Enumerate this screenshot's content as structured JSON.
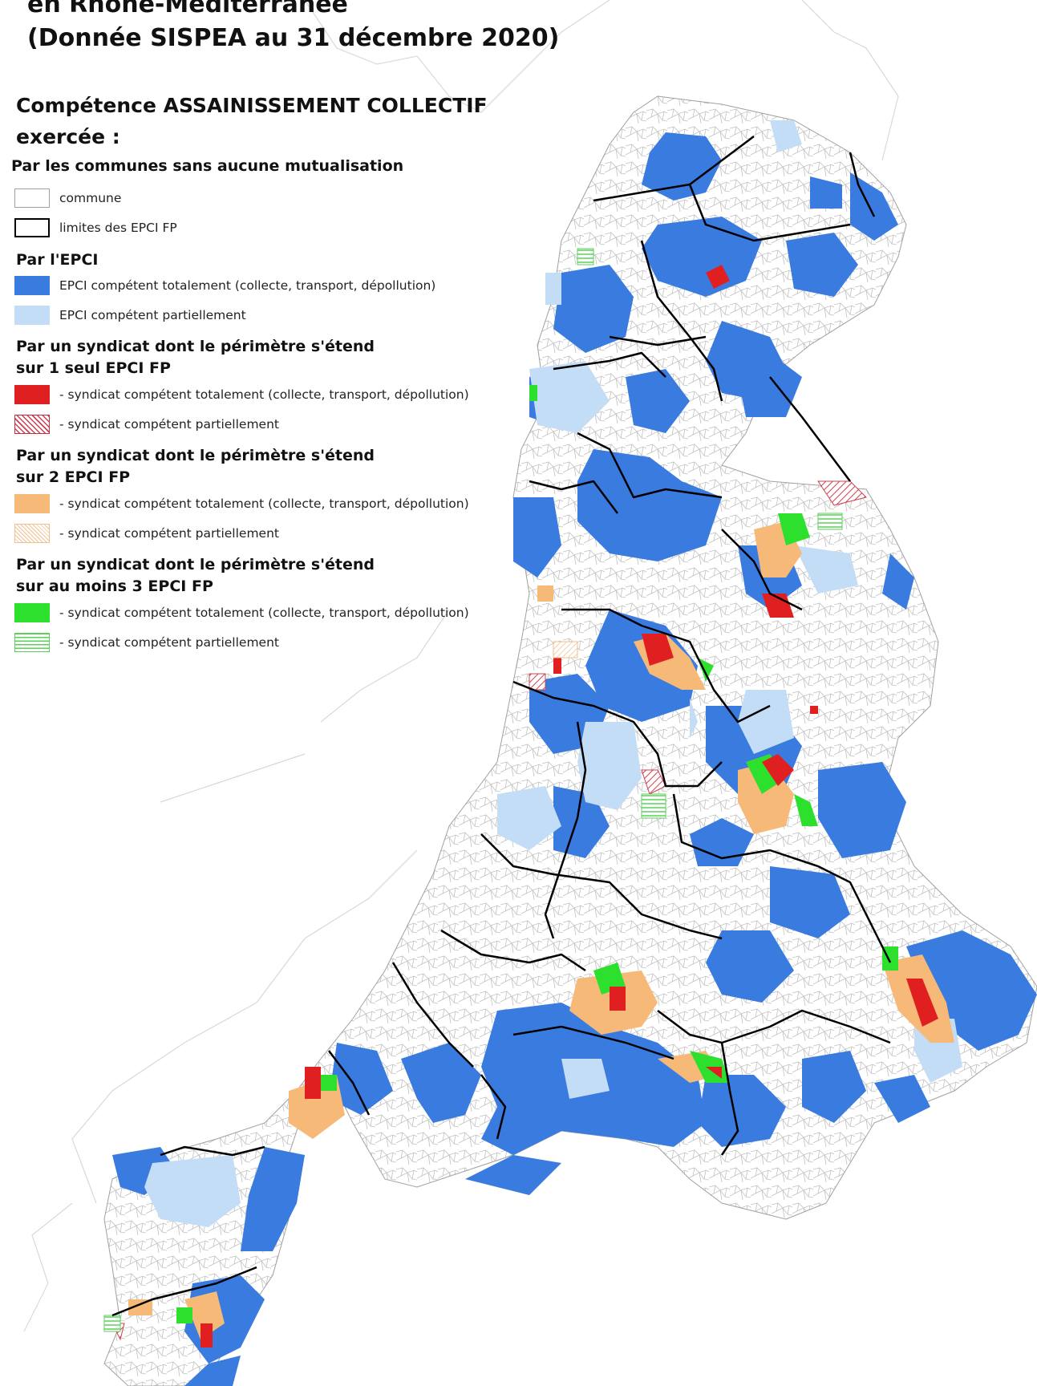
{
  "title": {
    "line1": "en Rhône-Méditerranée",
    "line2": "(Donnée SISPEA au 31 décembre 2020)"
  },
  "legend": {
    "heading": "Compétence ASSAINISSEMENT COLLECTIF",
    "heading2": "exercée :",
    "section_communes": "Par les communes sans aucune mutualisation",
    "item_commune": "commune",
    "item_limites": "limites des EPCI FP",
    "section_epci": "Par l'EPCI",
    "item_epci_total": "EPCI compétent totalement (collecte, transport, dépollution)",
    "item_epci_partiel": "EPCI compétent partiellement",
    "section_synd1_a": "Par un syndicat dont le périmètre s'étend",
    "section_synd1_b": "sur 1 seul EPCI FP",
    "section_synd2_a": "Par un syndicat dont le périmètre s'étend",
    "section_synd2_b": "sur 2 EPCI FP",
    "section_synd3_a": "Par un syndicat dont le périmètre s'étend",
    "section_synd3_b": "sur au moins 3 EPCI FP",
    "item_synd_total": "- syndicat compétent totalement (collecte, transport, dépollution)",
    "item_synd_partiel": "- syndicat compétent partiellement"
  },
  "colors": {
    "epci_total": "#3a7be0",
    "epci_partiel": "#c4ddf6",
    "synd1_total": "#e02020",
    "synd1_partiel": "#c03040",
    "synd2_total": "#f7b978",
    "synd2_partiel": "#f4d7b0",
    "synd3_total": "#2ee02e",
    "synd3_partiel": "#5ad25a",
    "commune_line": "#bdbdbd",
    "epci_border": "#000000"
  }
}
